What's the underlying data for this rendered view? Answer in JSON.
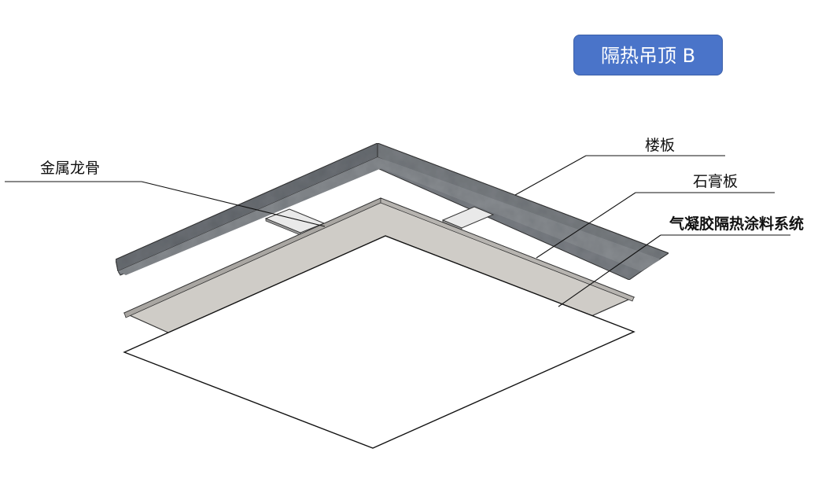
{
  "title": "隔热吊顶 B",
  "labels": {
    "metal_keel": "金属龙骨",
    "floor_slab": "楼板",
    "gypsum_board": "石膏板",
    "coating_system": "气凝胶隔热涂料系统"
  },
  "colors": {
    "badge": "#4a74c9",
    "slab": "#7d8186",
    "board": "#cfccc7",
    "coating": "#ffffff"
  }
}
